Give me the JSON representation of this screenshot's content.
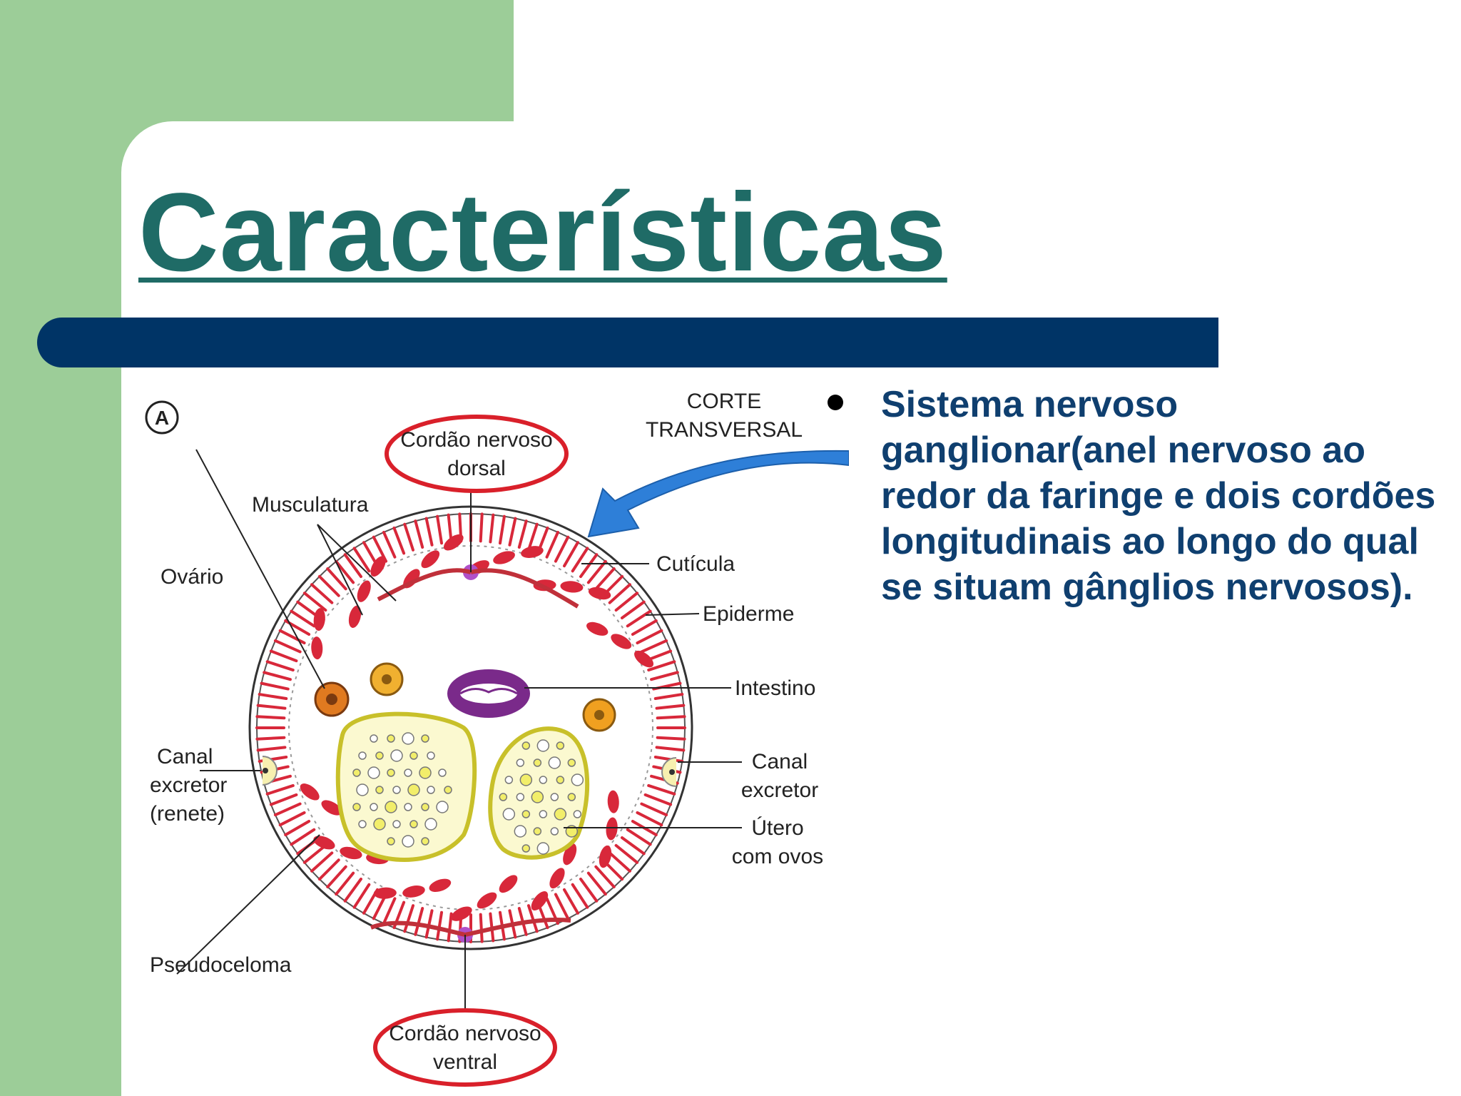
{
  "slide": {
    "title": "Características",
    "bullets": [
      "Sistema nervoso ganglionar(anel nervoso ao redor da faringe e dois cordões longitudinais ao longo do qual se situam gânglios nervosos)."
    ]
  },
  "figure": {
    "panel_letter": "A",
    "section_label_line1": "CORTE",
    "section_label_line2": "TRANSVERSAL",
    "labels": {
      "dorsal_cord_line1": "Cordão nervoso",
      "dorsal_cord_line2": "dorsal",
      "ventral_cord_line1": "Cordão nervoso",
      "ventral_cord_line2": "ventral",
      "musculatura": "Musculatura",
      "ovario": "Ovário",
      "cuticula": "Cutícula",
      "epiderme": "Epiderme",
      "intestino": "Intestino",
      "canal_left_line1": "Canal",
      "canal_left_line2": "excretor",
      "canal_left_line3": "(renete)",
      "canal_right_line1": "Canal",
      "canal_right_line2": "excretor",
      "utero_line1": "Útero",
      "utero_line2": "com ovos",
      "pseudoceloma": "Pseudoceloma"
    },
    "colors": {
      "highlight_ring": "#d9202a",
      "arrow": "#2e7fd8",
      "muscle": "#d8283a",
      "nerve": "#b050c8",
      "egg_yellow": "#f2ee6a"
    }
  }
}
